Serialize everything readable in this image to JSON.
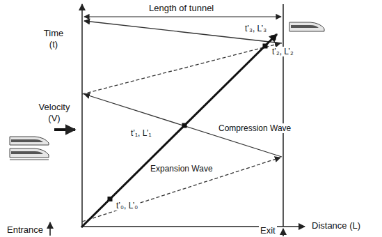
{
  "diagram": {
    "labels": [
      "Length of tunnel",
      "Time (t)",
      "Velocity (V)",
      "t’₀, L’₀",
      "t’₁, L’₁",
      "t’₂, L’₂",
      "t’₃, L’₃",
      "Compression Wave",
      "Expansion Wave",
      "Entrance",
      "Exit",
      "Distance (L)"
    ]
  }
}
